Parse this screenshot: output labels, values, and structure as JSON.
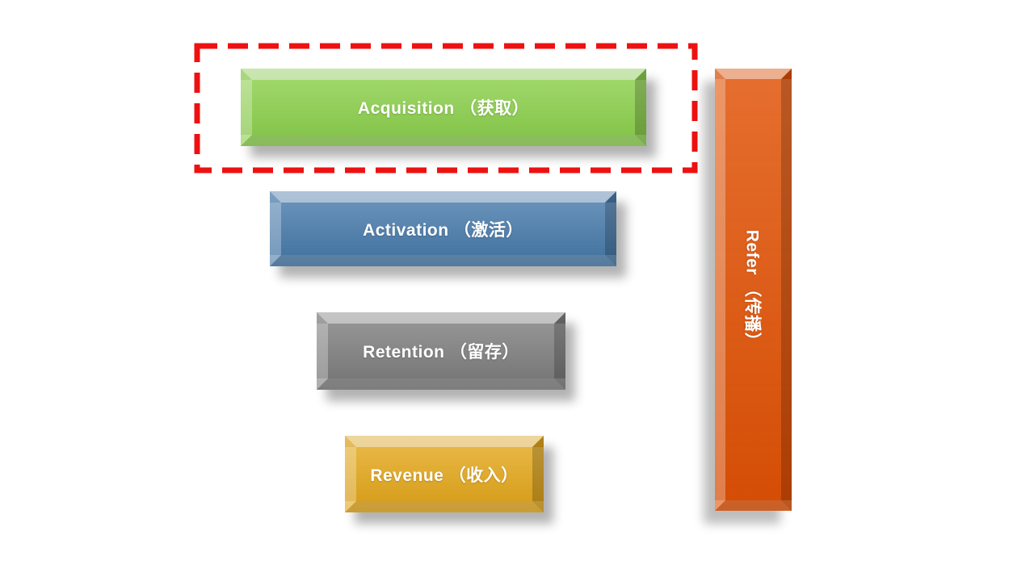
{
  "slide": {
    "background": "#ffffff",
    "text_color": "#ffffff"
  },
  "funnel": {
    "bars": [
      {
        "id": "acquisition",
        "label": "Acquisition （获取）",
        "color": "#8dd04f"
      },
      {
        "id": "activation",
        "label": "Activation （激活）",
        "color": "#4a7cab"
      },
      {
        "id": "retention",
        "label": "Retention （留存）",
        "color": "#7f7f7f"
      },
      {
        "id": "revenue",
        "label": "Revenue （收入）",
        "color": "#e3a81f"
      }
    ],
    "refer_bar": {
      "id": "refer",
      "label": "Refer （传播）",
      "color": "#e05206"
    },
    "highlight": {
      "color": "#ee1111"
    }
  }
}
